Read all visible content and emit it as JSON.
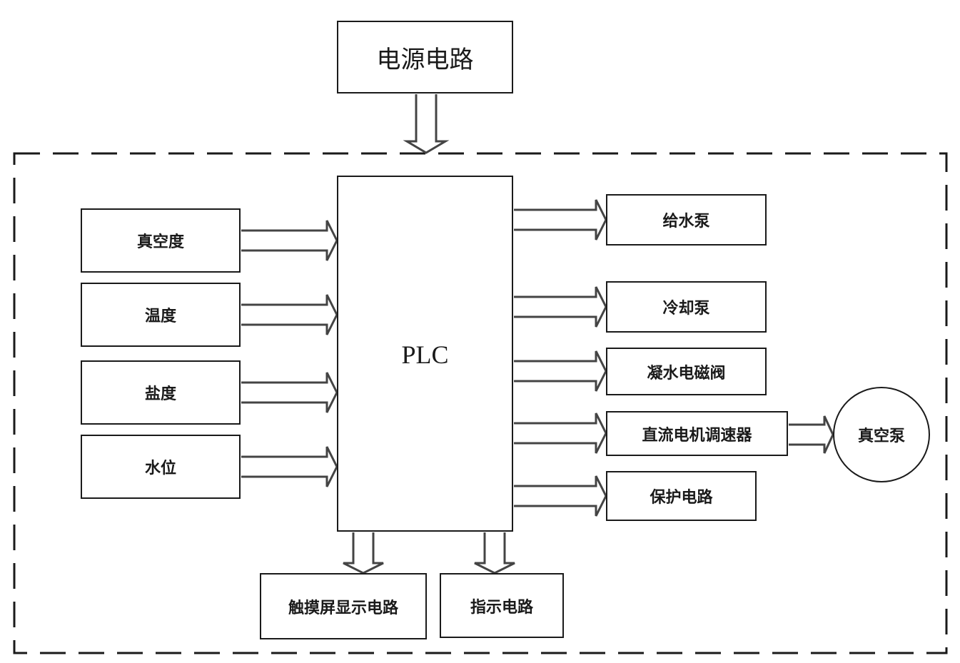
{
  "diagram": {
    "power": {
      "label": "电源电路"
    },
    "controller": {
      "label": "PLC"
    },
    "inputs": [
      {
        "label": "真空度"
      },
      {
        "label": "温度"
      },
      {
        "label": "盐度"
      },
      {
        "label": "水位"
      }
    ],
    "outputs": [
      {
        "label": "给水泵"
      },
      {
        "label": "冷却泵"
      },
      {
        "label": "凝水电磁阀"
      },
      {
        "label": "直流电机调速器"
      },
      {
        "label": "保护电路"
      }
    ],
    "vacuum_pump": {
      "label": "真空泵"
    },
    "bottom_outputs": [
      {
        "label": "触摸屏显示电路"
      },
      {
        "label": "指示电路"
      }
    ],
    "colors": {
      "stroke": "#1a1a1a",
      "arrow": "#444444",
      "background": "#ffffff"
    }
  }
}
